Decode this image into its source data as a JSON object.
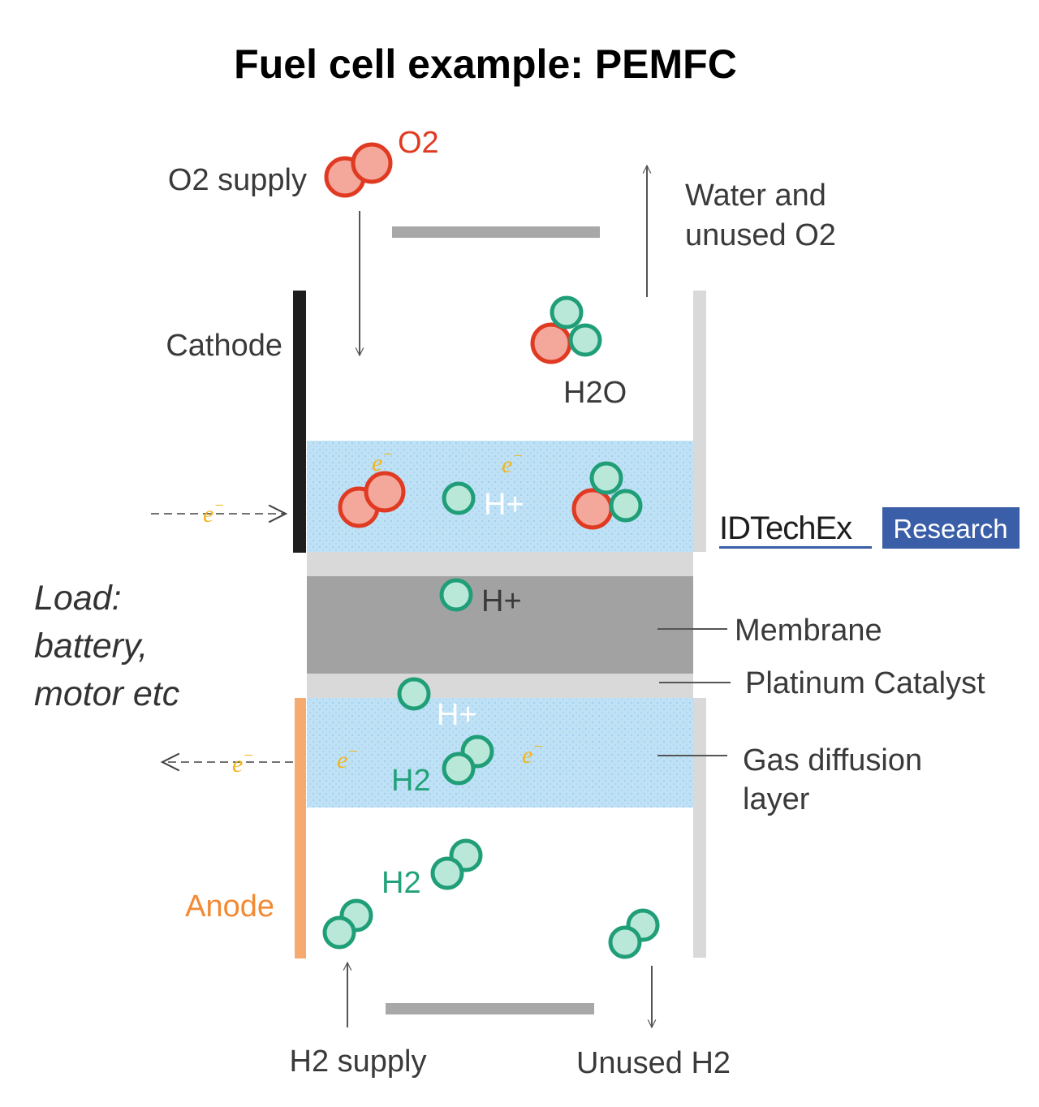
{
  "title": "Fuel cell example: PEMFC",
  "labels": {
    "o2_molecule": "O2",
    "o2_supply": "O2 supply",
    "water_out_line1": "Water and",
    "water_out_line2": "unused O2",
    "cathode": "Cathode",
    "h2o": "H2O",
    "hplus_cathode": "H+",
    "hplus_membrane": "H+",
    "hplus_anode": "H+",
    "electron": "e",
    "electron_sup": "−",
    "load_line1": "Load:",
    "load_line2": "battery,",
    "load_line3": "motor etc",
    "membrane": "Membrane",
    "platinum_catalyst": "Platinum Catalyst",
    "gas_diffusion_line1": "Gas diffusion",
    "gas_diffusion_line2": "layer",
    "h2_anode_layer": "H2",
    "h2_anode": "H2",
    "anode": "Anode",
    "h2_supply": "H2 supply",
    "unused_h2": "Unused H2"
  },
  "brand": {
    "name": "IDTechEx",
    "tag": "Research"
  },
  "colors": {
    "oxygen_fill": "#f4a79b",
    "oxygen_stroke": "#e03a22",
    "hydrogen_fill": "#b9e7d8",
    "hydrogen_stroke": "#1f9e78",
    "gdl": "#bfe1f6",
    "membrane": "#a2a2a2",
    "catalyst": "#d9d9d9",
    "cathode_plate": "#1e1e1e",
    "anode_plate": "#f7aa6f",
    "anode_text": "#f28a33",
    "h2_text": "#22a27a",
    "electron": "#f2b51a",
    "brand_blue": "#3b5ea8"
  }
}
